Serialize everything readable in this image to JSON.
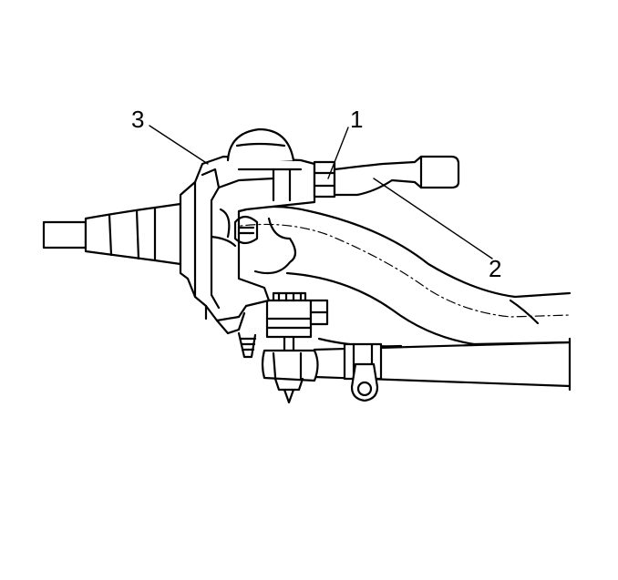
{
  "diagram": {
    "callouts": [
      {
        "id": "1",
        "label": "1"
      },
      {
        "id": "2",
        "label": "2"
      },
      {
        "id": "3",
        "label": "3"
      }
    ],
    "line_color": "#000000",
    "background_color": "#ffffff"
  }
}
